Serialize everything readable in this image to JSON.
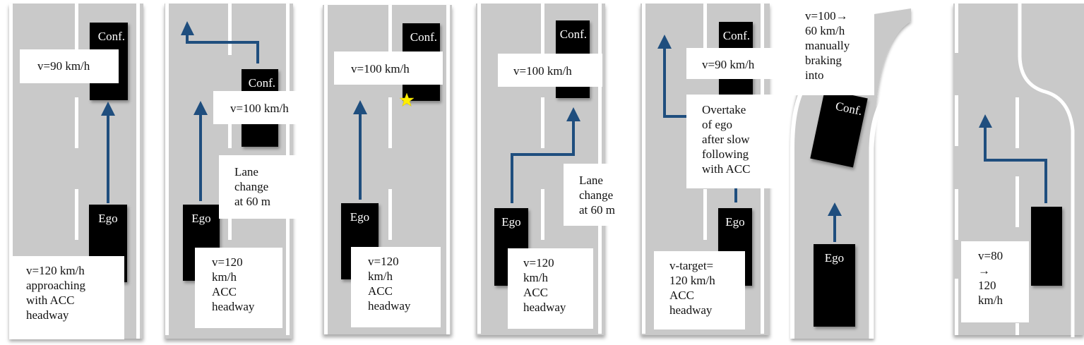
{
  "colors": {
    "road": "#c9c9c9",
    "arrow": "#1f4e7e",
    "vehicle": "#000000",
    "marker_star": "#ffee00"
  },
  "scenarios": [
    {
      "id": 1,
      "conflict_label": "Conf.",
      "ego_label": "Ego",
      "conflict_speed": "v=90 km/h",
      "ego_info": [
        "v=120 km/h",
        "approaching",
        "with ACC",
        "headway"
      ]
    },
    {
      "id": 2,
      "conflict_label": "Conf.",
      "ego_label": "Ego",
      "conflict_speed": "v=100 km/h",
      "maneuver": [
        "Lane",
        "change",
        "at 60 m"
      ],
      "ego_info": [
        "v=120",
        "km/h",
        "ACC",
        "headway"
      ]
    },
    {
      "id": 3,
      "conflict_label": "Conf.",
      "ego_label": "Ego",
      "conflict_speed": "v=100 km/h",
      "marker": "star-icon",
      "ego_info": [
        "v=120",
        "km/h",
        "ACC",
        "headway"
      ]
    },
    {
      "id": 4,
      "conflict_label": "Conf.",
      "ego_label": "Ego",
      "conflict_speed": "v=100 km/h",
      "maneuver": [
        "Lane",
        "change",
        "at 60 m"
      ],
      "ego_info": [
        "v=120",
        "km/h",
        "ACC",
        "headway"
      ]
    },
    {
      "id": 5,
      "conflict_label": "Conf.",
      "ego_label": "Ego",
      "conflict_speed": "v=90 km/h",
      "maneuver": [
        "Overtake",
        "of ego",
        "after slow",
        "following",
        "with ACC"
      ],
      "ego_info": [
        "v-target=",
        "120 km/h",
        "ACC",
        "headway"
      ]
    },
    {
      "id": 6,
      "conflict_label": "Conf.",
      "ego_label": "Ego",
      "conflict_info": [
        "v=100→",
        "60 km/h",
        "manually",
        "braking",
        "into"
      ]
    },
    {
      "id": 7,
      "ego_info": [
        "v=80",
        "→",
        "120",
        "km/h"
      ]
    }
  ]
}
